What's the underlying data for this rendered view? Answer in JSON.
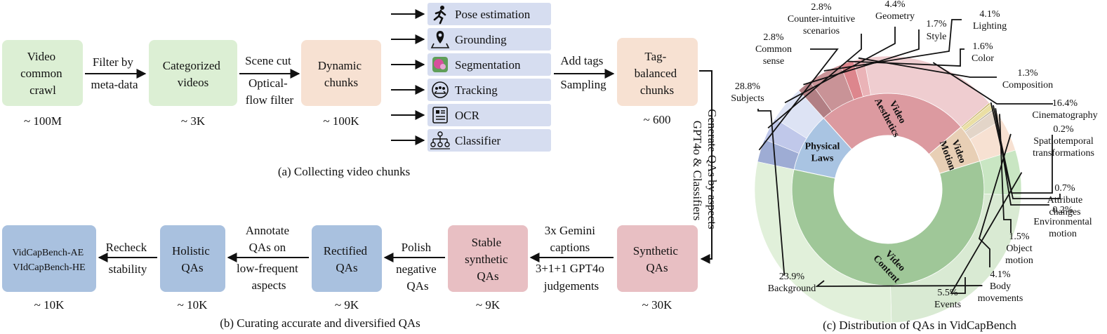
{
  "pipeline_top": {
    "boxes": {
      "video_crawl": [
        "Video",
        "common",
        "crawl"
      ],
      "categorized": [
        "Categorized",
        "videos"
      ],
      "dynamic": [
        "Dynamic",
        "chunks"
      ],
      "tag_balanced": [
        "Tag-",
        "balanced",
        "chunks"
      ]
    },
    "counts": {
      "video_crawl": "~ 100M",
      "categorized": "~ 3K",
      "dynamic": "~ 100K",
      "tag_balanced": "~ 600"
    },
    "arrows": {
      "filter": [
        "Filter by",
        "meta-data"
      ],
      "scene": [
        "Scene cut",
        "Optical-",
        "flow filter"
      ],
      "tags": [
        "Add tags",
        "Sampling"
      ]
    },
    "tools": [
      "Pose estimation",
      "Grounding",
      "Segmentation",
      "Tracking",
      "OCR",
      "Classifier"
    ],
    "caption": "(a) Collecting video chunks"
  },
  "connector": [
    "Generate QAs by aspects",
    "GPT4o & Classifiers"
  ],
  "pipeline_bottom": {
    "boxes": {
      "synthetic": [
        "Synthetic",
        "QAs"
      ],
      "stable": [
        "Stable",
        "synthetic",
        "QAs"
      ],
      "rectified": [
        "Rectified",
        "QAs"
      ],
      "holistic": [
        "Holistic",
        "QAs"
      ],
      "benchmark": [
        "VidCapBench-AE",
        "VIdCapBench-HE"
      ]
    },
    "counts": {
      "synthetic": "~ 30K",
      "stable": "~ 9K",
      "rectified": "~ 9K",
      "holistic": "~ 10K",
      "benchmark": "~ 10K"
    },
    "arrows": {
      "gemini": [
        "3x Gemini",
        "captions",
        "3+1+1 GPT4o",
        "judgements"
      ],
      "polish": [
        "Polish",
        "negative",
        "QAs"
      ],
      "annotate": [
        "Annotate",
        "QAs on",
        "low-frequent",
        "aspects"
      ],
      "recheck": [
        "Recheck",
        "stability"
      ]
    },
    "caption": "(b) Curating accurate and diversified QAs"
  },
  "chart_data": {
    "type": "sunburst",
    "title": "(c) Distribution of QAs in VidCapBench",
    "inner": [
      {
        "name": "Physical Laws",
        "value": 10.0,
        "label": [
          "Physical",
          "Laws"
        ],
        "color": "#a9c4e2"
      },
      {
        "name": "Video Aesthetics",
        "value": 25.4,
        "label": [
          "Video",
          "Aesthetics"
        ],
        "color": "#dc9aa0"
      },
      {
        "name": "Video Motion",
        "value": 6.5,
        "label": [
          "Video",
          "Motion"
        ],
        "color": "#e8cfb5"
      },
      {
        "name": "Video Content",
        "value": 58.1,
        "label": [
          "Video",
          "Content"
        ],
        "color": "#9fc798"
      }
    ],
    "outer": [
      {
        "parent": "Physical Laws",
        "name": "Common sense",
        "value": 2.8,
        "percent": "2.8%",
        "label": [
          "Common",
          "sense"
        ],
        "color": "#9eacd4"
      },
      {
        "parent": "Physical Laws",
        "name": "Counter-intuitive scenarios",
        "value": 2.8,
        "percent": "2.8%",
        "label": [
          "Counter-intuitive",
          "scenarios"
        ],
        "color": "#c0c8ea"
      },
      {
        "parent": "Physical Laws",
        "name": "Geometry",
        "value": 4.4,
        "percent": "4.4%",
        "label": [
          "Geometry"
        ],
        "color": "#dde3f4"
      },
      {
        "parent": "Video Aesthetics",
        "name": "Style",
        "value": 1.7,
        "percent": "1.7%",
        "label": [
          "Style"
        ],
        "color": "#b27f84"
      },
      {
        "parent": "Video Aesthetics",
        "name": "Lighting",
        "value": 4.1,
        "percent": "4.1%",
        "label": [
          "Lighting"
        ],
        "color": "#c99397"
      },
      {
        "parent": "Video Aesthetics",
        "name": "Color",
        "value": 1.6,
        "percent": "1.6%",
        "label": [
          "Color"
        ],
        "color": "#dd868d"
      },
      {
        "parent": "Video Aesthetics",
        "name": "Composition",
        "value": 1.3,
        "percent": "1.3%",
        "label": [
          "Composition"
        ],
        "color": "#eab3b7"
      },
      {
        "parent": "Video Aesthetics",
        "name": "Cinematography",
        "value": 16.4,
        "percent": "16.4%",
        "label": [
          "Cinematography"
        ],
        "color": "#efcdd0"
      },
      {
        "parent": "Video Motion",
        "name": "Spatiotemporal transformations",
        "value": 0.2,
        "percent": "0.2%",
        "label": [
          "Spatiotemporal",
          "transformations"
        ],
        "color": "#c9b46a"
      },
      {
        "parent": "Video Motion",
        "name": "Attribute changes",
        "value": 0.7,
        "percent": "0.7%",
        "label": [
          "Attribute",
          "changes"
        ],
        "color": "#eadfa4"
      },
      {
        "parent": "Video Motion",
        "name": "Environmental motion",
        "value": 0.2,
        "percent": "0.2%",
        "label": [
          "Environmental",
          "motion"
        ],
        "color": "#bdb2a0"
      },
      {
        "parent": "Video Motion",
        "name": "Object motion",
        "value": 1.5,
        "percent": "1.5%",
        "label": [
          "Object",
          "motion"
        ],
        "color": "#e3d5c8"
      },
      {
        "parent": "Video Motion",
        "name": "Body movements",
        "value": 4.1,
        "percent": "4.1%",
        "label": [
          "Body",
          "movements"
        ],
        "color": "#f7e1d2"
      },
      {
        "parent": "Video Content",
        "name": "Events",
        "value": 5.5,
        "percent": "5.5%",
        "label": [
          "Events"
        ],
        "color": "#c9e6c3"
      },
      {
        "parent": "Video Content",
        "name": "Background",
        "value": 23.9,
        "percent": "23.9%",
        "label": [
          "Background"
        ],
        "color": "#d9ead3"
      },
      {
        "parent": "Video Content",
        "name": "Subjects",
        "value": 28.8,
        "percent": "28.8%",
        "label": [
          "Subjects"
        ],
        "color": "#e1f0da"
      }
    ]
  }
}
